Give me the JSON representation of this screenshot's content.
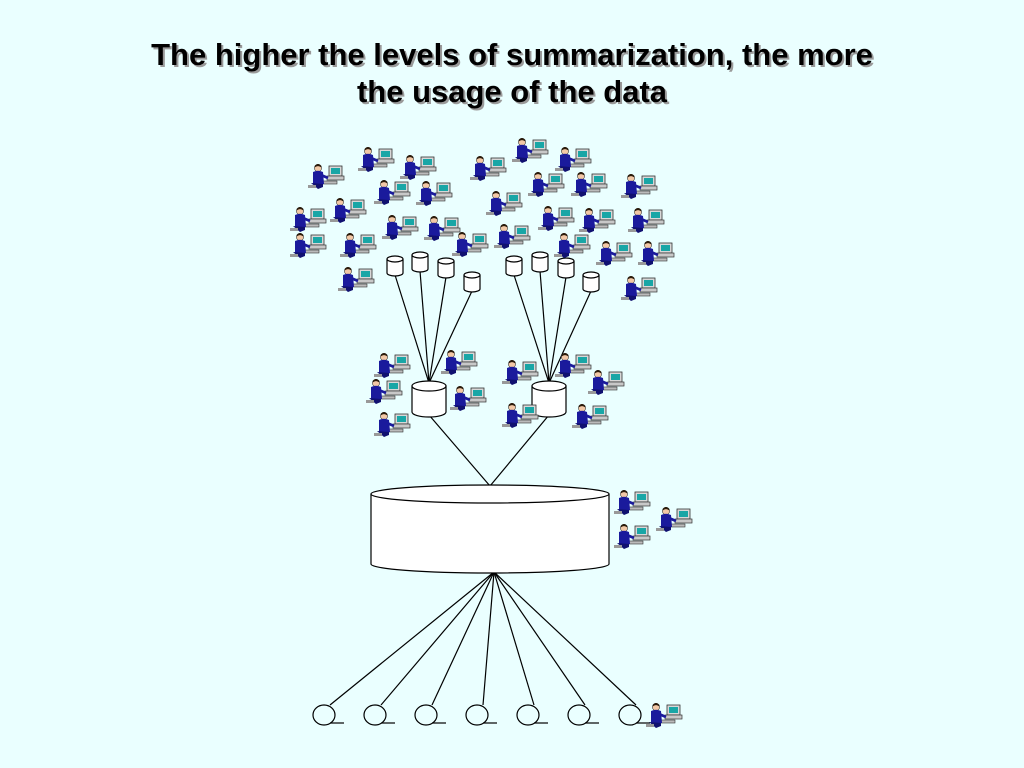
{
  "title": {
    "line1": "The higher the levels of summarization, the more",
    "line2": "the usage of the data"
  },
  "diagram": {
    "central_store_icon": "database-cylinder-icon",
    "mid_store_icon": "database-cylinder-icon",
    "small_store_icon": "database-cylinder-icon",
    "user_icon": "person-at-computer-icon",
    "bottom_node_icon": "ellipse-node-icon",
    "mid_store_count": 2,
    "small_stores_per_mid_store": 4,
    "bottom_node_count": 7,
    "line_color": "#000000",
    "store_fill": "#ffffff",
    "person_color": "#1a1a9c",
    "screen_color": "#19a6a6"
  }
}
